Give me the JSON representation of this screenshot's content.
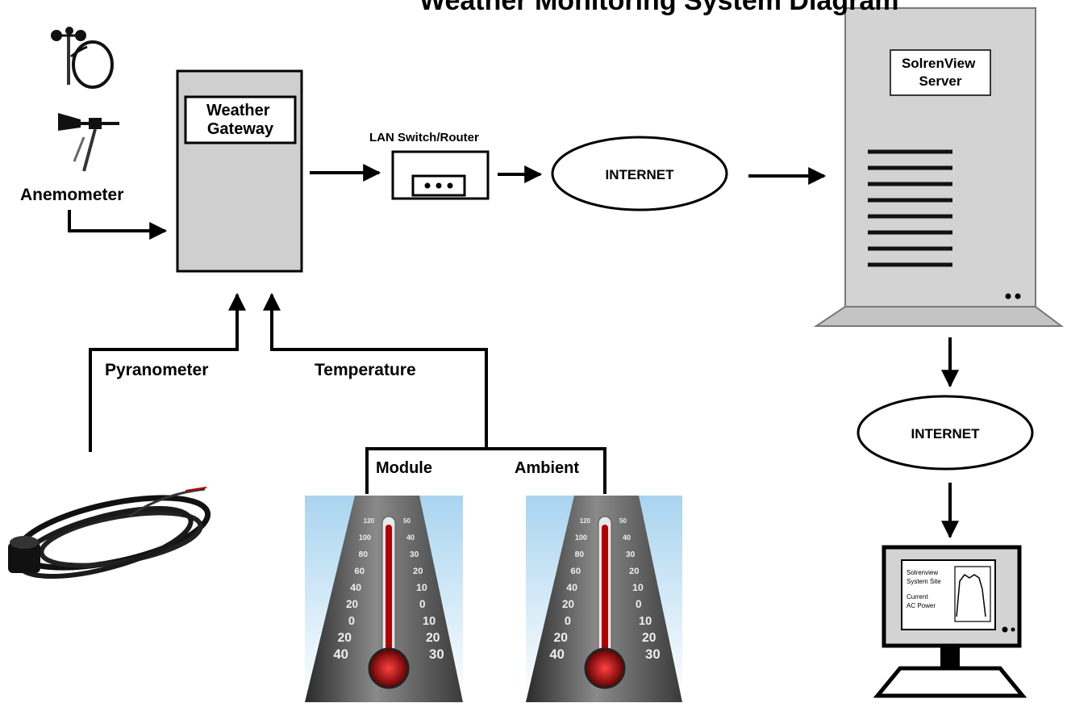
{
  "title_fragment": "Weather Monitoring System Diagram",
  "labels": {
    "anemometer": "Anemometer",
    "gateway": "Weather\nGateway",
    "lan_switch": "LAN Switch/Router",
    "internet_top": "INTERNET",
    "server": "SolrenView\nServer",
    "internet_right": "INTERNET",
    "pyranometer": "Pyranometer",
    "temperature": "Temperature",
    "module": "Module",
    "ambient": "Ambient"
  },
  "thermometer_scale": {
    "left_ticks": [
      "120",
      "100",
      "80",
      "60",
      "40",
      "20",
      "0",
      "20",
      "40"
    ],
    "right_ticks": [
      "50",
      "40",
      "30",
      "20",
      "10",
      "0",
      "10",
      "20",
      "30"
    ]
  },
  "monitor_screen": {
    "line1": "Solrenview",
    "line2": "System Site",
    "line3": "Current",
    "line4": "AC Power"
  },
  "colors": {
    "box_fill": "#cfcfcf",
    "server_fill": "#d3d3d3",
    "thermo_red": "#b00000",
    "sky": "#bfe0f5"
  }
}
